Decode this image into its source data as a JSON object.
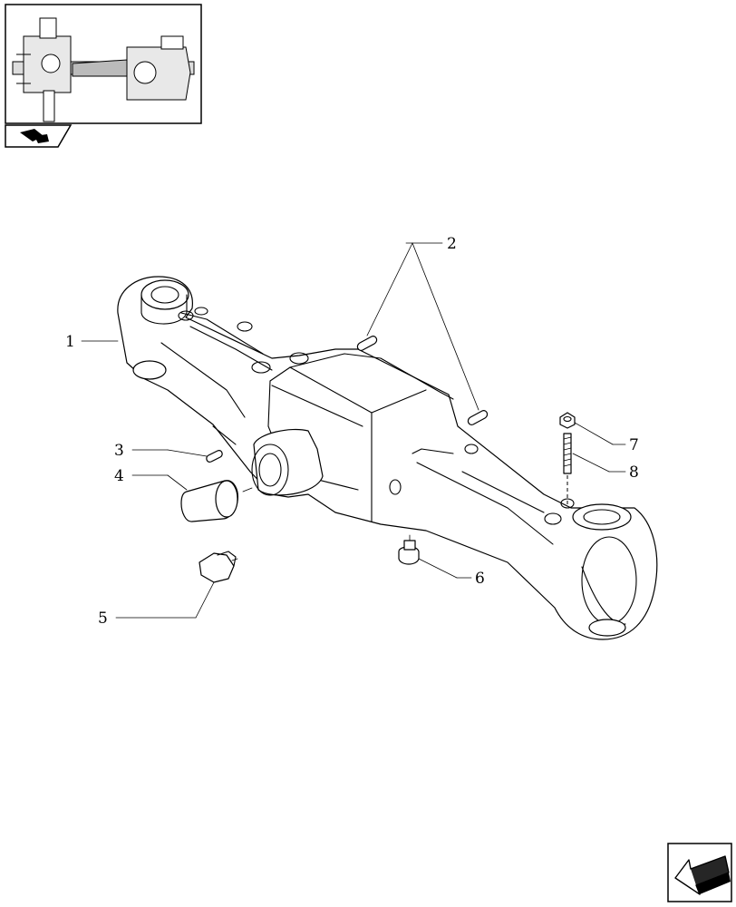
{
  "callouts": [
    {
      "id": "1",
      "label": "1"
    },
    {
      "id": "2",
      "label": "2"
    },
    {
      "id": "3",
      "label": "3"
    },
    {
      "id": "4",
      "label": "4"
    },
    {
      "id": "5",
      "label": "5"
    },
    {
      "id": "6",
      "label": "6"
    },
    {
      "id": "7",
      "label": "7"
    },
    {
      "id": "8",
      "label": "8"
    }
  ],
  "icons": {
    "thumbnail": "axle-assembly-thumbnail-icon",
    "catalog_tab": "catalog-book-icon",
    "nav": "previous-page-arrow-icon"
  }
}
